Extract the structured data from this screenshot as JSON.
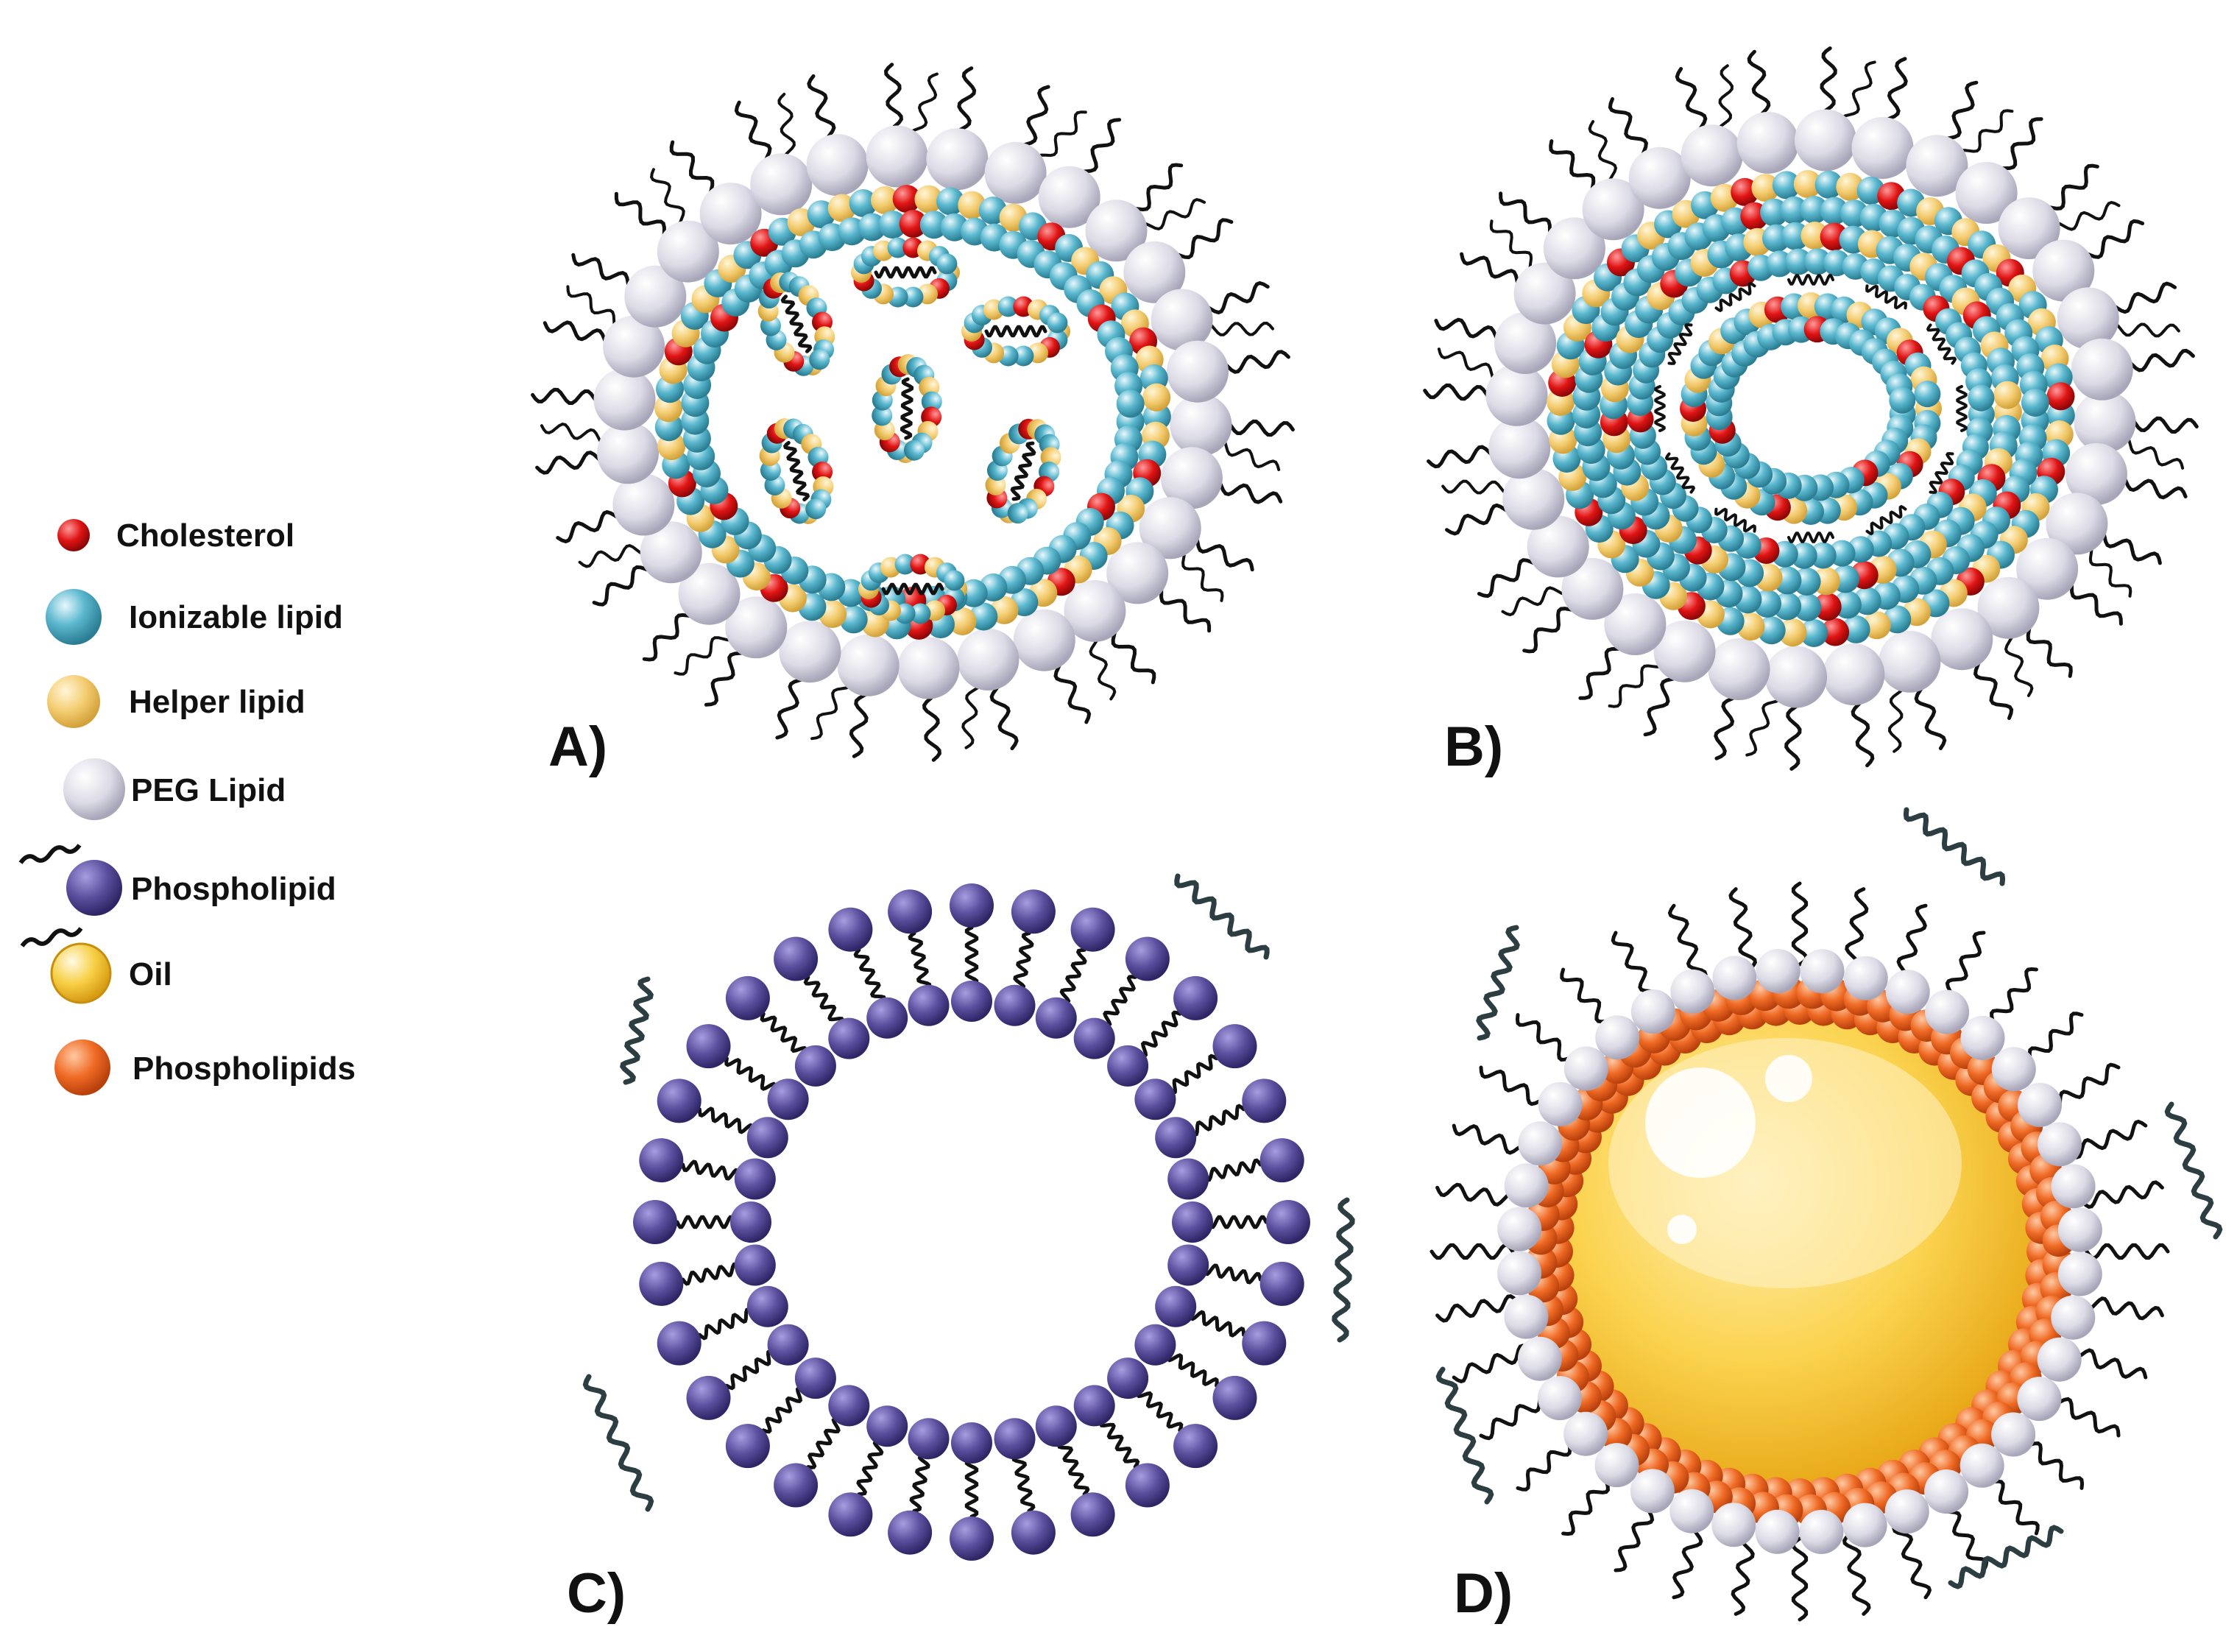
{
  "legend": {
    "items": [
      {
        "label": "Cholesterol",
        "icon": "cholesterol-icon",
        "color": "#e01414"
      },
      {
        "label": "Ionizable lipid",
        "icon": "ionizable-lipid-icon",
        "color": "#5bb8cf"
      },
      {
        "label": "Helper lipid",
        "icon": "helper-lipid-icon",
        "color": "#f4cd72"
      },
      {
        "label": "PEG Lipid",
        "icon": "peg-lipid-icon",
        "color": "#dcdbe6"
      },
      {
        "label": "Phospholipid",
        "icon": "phospholipid-icon",
        "color": "#5b4f9e"
      },
      {
        "label": "Oil",
        "icon": "oil-icon",
        "color": "#f7cf45"
      },
      {
        "label": "Phospholipids",
        "icon": "phospholipids-icon",
        "color": "#ef6a24"
      }
    ]
  },
  "panels": [
    {
      "id": "A",
      "label": "A)"
    },
    {
      "id": "B",
      "label": "B)"
    },
    {
      "id": "C",
      "label": "C)"
    },
    {
      "id": "D",
      "label": "D)"
    }
  ],
  "colors": {
    "cholesterol": "#e01414",
    "ionizable": "#5bb8cf",
    "helper": "#f4cd72",
    "peg": "#dcdbe6",
    "phospholipid": "#5b4f9e",
    "oil": "#f7cf45",
    "phospholipids_orange": "#ef6a24",
    "tail": "#111111",
    "strand": "#2c3e42"
  }
}
